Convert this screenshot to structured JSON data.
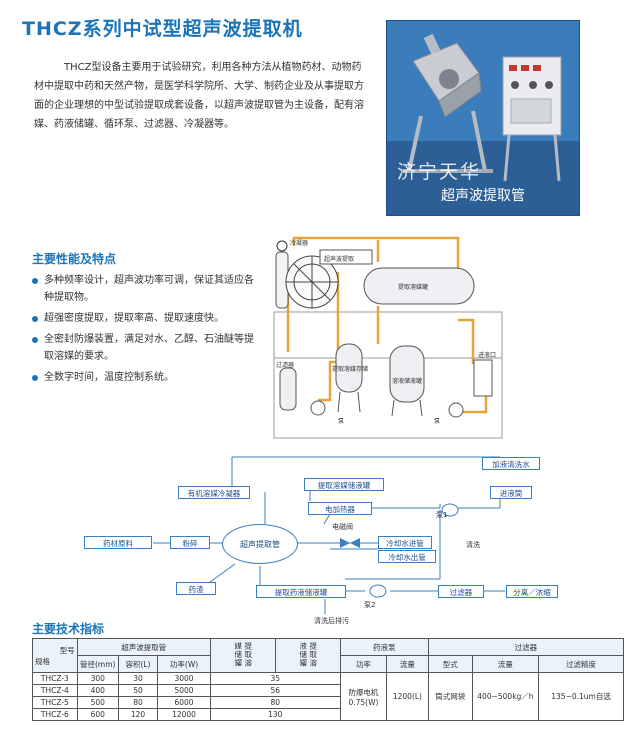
{
  "page": {
    "title": "THCZ系列中试型超声波提取机",
    "intro": "THCZ型设备主要用于试验研究，利用各种方法从植物药材、动物药材中提取中药和天然产物，是医学科学院所、大学、制药企业及从事提取方面的企业理想的中型试验提取成套设备，以超声波提取管为主设备，配有溶媒、药液储罐、循环泵、过滤器、冷凝器等。"
  },
  "photo": {
    "watermark": "济宁天华",
    "caption": "超声波提取管"
  },
  "features": {
    "title": "主要性能及特点",
    "items": [
      "多种频率设计，超声波功率可调，保证其适应各种提取物。",
      "超强密度提取，提取率高、提取速度快。",
      "全密封防爆装置，满足对水、乙醇、石油醚等提取溶媒的要求。",
      "全数字时间，温度控制系统。"
    ]
  },
  "equipment": {
    "labels": {
      "condenser": "冷凝器",
      "ultra_tube": "超声波提取",
      "solvent_tank": "提取溶媒罐",
      "filter": "过滤器",
      "condense_tank": "提取溶媒存储",
      "liquid_tank": "溶液储液罐",
      "pump1": "泵",
      "pump2": "泵",
      "inlet": "进液口"
    }
  },
  "flow": {
    "organic_condenser": "有机溶媒冷凝器",
    "solvent_storage": "提取溶媒储液罐",
    "electric_heater": "电加热器",
    "raw_material": "药材原料",
    "crush": "粉碎",
    "extraction_tube": "超声提取管",
    "solenoid_valve": "电磁阀",
    "cooling_in": "冷却水进管",
    "cooling_out": "冷却水出管",
    "residue": "药渣",
    "extract_storage": "提取药液储液罐",
    "pump1": "泵1",
    "pump2": "泵2",
    "filter": "过滤器",
    "separation": "分离／浓缩",
    "add_cleaning": "加液清洗水",
    "inlet": "进液筒",
    "cleaning": "清洗",
    "drain": "清洗后排污"
  },
  "specs": {
    "title": "主要技术指标",
    "headers": {
      "model_top": "型号",
      "model_bottom": "规格",
      "ultra_tube": "超声波提取管",
      "pipe_dia": "管径(mm)",
      "volume": "容积(L)",
      "power": "功率(W)",
      "solvent_tank": "提取溶媒储罐",
      "liquid_tank": "提取溶液储罐",
      "pump": "药液泵",
      "pump_power": "功率",
      "pump_flow": "流量",
      "filter": "过滤器",
      "filter_type": "型式",
      "filter_flow": "流量",
      "filter_precision": "过滤精度"
    },
    "rows": [
      {
        "model": "THCZ-3",
        "dia": "300",
        "vol": "30",
        "power": "3000",
        "tank": "35"
      },
      {
        "model": "THCZ-4",
        "dia": "400",
        "vol": "50",
        "power": "5000",
        "tank": "56"
      },
      {
        "model": "THCZ-5",
        "dia": "500",
        "vol": "80",
        "power": "6000",
        "tank": "80"
      },
      {
        "model": "THCZ-6",
        "dia": "600",
        "vol": "120",
        "power": "12000",
        "tank": "130"
      }
    ],
    "merged": {
      "pump_power": "防爆电机 0.75(W)",
      "pump_flow": "1200(L)",
      "filter_type": "筒式网袋",
      "filter_flow": "400~500kg／h",
      "filter_precision": "135~0.1um自选"
    }
  },
  "colors": {
    "accent": "#1c74b8",
    "pipe": "#e8a23a",
    "line": "#3a7fc1"
  }
}
